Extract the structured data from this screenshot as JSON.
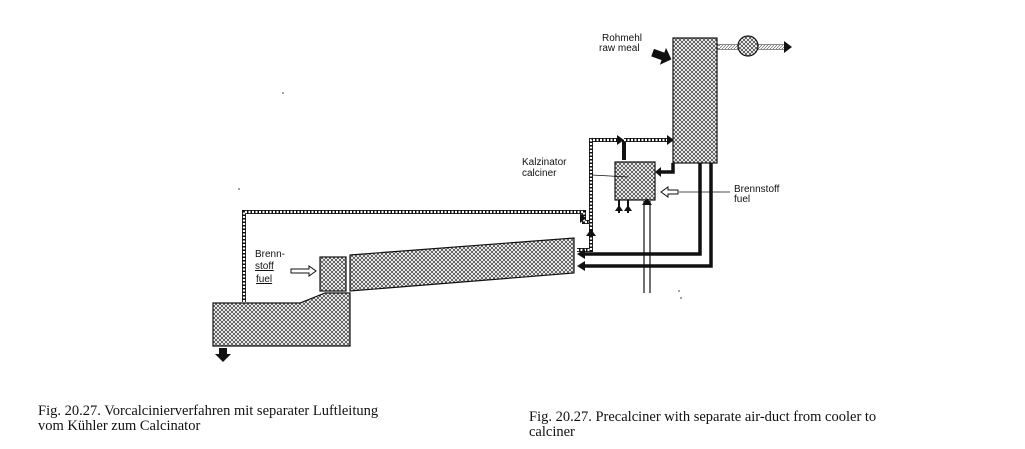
{
  "labels": {
    "raw_meal_de": "Rohmehl",
    "raw_meal_en": "raw meal",
    "calciner_de": "Kalzinator",
    "calciner_en": "calciner",
    "fuel_right_de": "Brennstoff",
    "fuel_right_en": "fuel",
    "fuel_left_de_1": "Brenn-",
    "fuel_left_de_2": "stoff",
    "fuel_left_en": "fuel"
  },
  "captions": {
    "german_line1": "Fig. 20.27.   Vorcalcinierverfahren mit separater Luftleitung",
    "german_line2": "vom Kühler zum Calcinator",
    "english_line1": "Fig. 20.27.   Precalciner with separate air-duct from cooler to",
    "english_line2": "calciner"
  },
  "icons": {
    "fan": "fan-icon",
    "arrow": "arrow-icon"
  }
}
